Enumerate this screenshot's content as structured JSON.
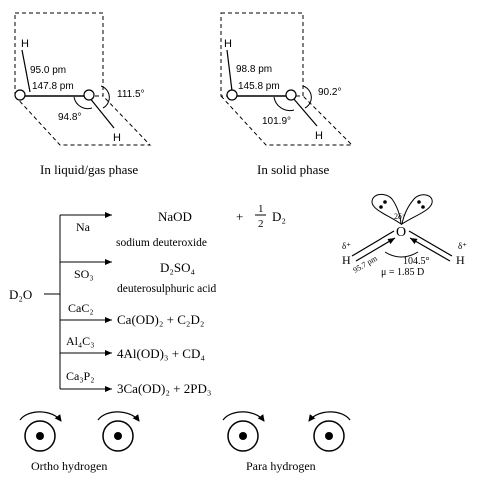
{
  "h2o2_structures": {
    "liquid_gas": {
      "atom_top": "H",
      "atom_bottom": "H",
      "bond_oh": "95.0 pm",
      "bond_oo": "147.8 pm",
      "angle_dihedral": "111.5°",
      "angle_ooh": "94.8°",
      "caption": "In liquid/gas phase"
    },
    "solid": {
      "atom_top": "H",
      "atom_bottom": "H",
      "bond_oh": "98.8 pm",
      "bond_oo": "145.8 pm",
      "angle_dihedral": "90.2°",
      "angle_ooh": "101.9°",
      "caption": "In solid phase"
    }
  },
  "reactions": {
    "reactant": "D₂O",
    "items": [
      {
        "reagent": "Na",
        "product": "NaOD",
        "plus": "+",
        "half_num": "1",
        "half_den": "2",
        "coproduct": "D₂",
        "name": "sodium deuteroxide"
      },
      {
        "reagent": "SO₃",
        "product": "D₂SO₄",
        "name": "deuterosulphuric acid"
      },
      {
        "reagent": "CaC₂",
        "product": "Ca(OD)₂ + C₂D₂"
      },
      {
        "reagent": "Al₄C₃",
        "product": "4Al(OD)₃ + CD₄"
      },
      {
        "reagent": "Ca₃P₂",
        "product": "3Ca(OD)₂ + 2PD₃"
      }
    ]
  },
  "water_molecule": {
    "oxygen": "O",
    "hydrogen_left": "H",
    "hydrogen_right": "H",
    "charge_h_left": "δ⁺",
    "charge_h_right": "δ⁺",
    "charge_o": "2δ⁻",
    "bond_length": "95.7 pm",
    "bond_angle": "104.5°",
    "dipole": "μ = 1.85 D"
  },
  "hydrogen_spin": {
    "ortho_label": "Ortho hydrogen",
    "para_label": "Para hydrogen"
  }
}
